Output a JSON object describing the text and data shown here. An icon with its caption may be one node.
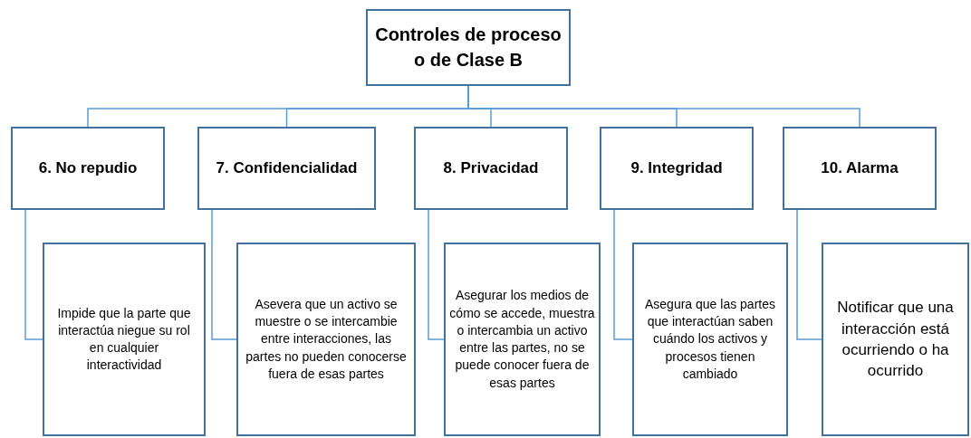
{
  "diagram": {
    "nodes": [
      {
        "text": [
          "Controles de proceso o de Clase B"
        ]
      },
      {
        "text": [
          "6. No repudio"
        ]
      },
      {
        "text": [
          "7. Confidencialidad"
        ]
      },
      {
        "text": [
          "8. Privacidad"
        ]
      },
      {
        "text": [
          "9. Integridad"
        ]
      },
      {
        "text": [
          "10. Alarma"
        ]
      },
      {
        "text": [
          "Impide que la parte que interactúa niegue su rol en cualquier interactividad"
        ]
      },
      {
        "text": [
          "Asevera que un activo se muestre o se intercambie entre interacciones, las partes no pueden conocerse fuera de esas partes"
        ]
      },
      {
        "text": [
          "Asegurar los medios de cómo se accede, muestra o intercambia un activo entre las partes, no se puede conocer fuera de esas partes"
        ]
      },
      {
        "text": [
          "Asegura que las partes que interactúan saben cuándo los activos y procesos tienen cambiado"
        ]
      },
      {
        "text": [
          "Notificar que una interacción está ocurriendo o ha ocurrido"
        ]
      }
    ],
    "edges": [
      {
        "from": 0,
        "to": 1,
        "arrow": "none"
      },
      {
        "from": 0,
        "to": 2,
        "arrow": "none"
      },
      {
        "from": 0,
        "to": 3,
        "arrow": "none"
      },
      {
        "from": 0,
        "to": 4,
        "arrow": "none"
      },
      {
        "from": 0,
        "to": 5,
        "arrow": "none"
      },
      {
        "from": 1,
        "to": 6,
        "arrow": "none"
      },
      {
        "from": 2,
        "to": 7,
        "arrow": "none"
      },
      {
        "from": 3,
        "to": 8,
        "arrow": "none"
      },
      {
        "from": 4,
        "to": 9,
        "arrow": "none"
      },
      {
        "from": 5,
        "to": 10,
        "arrow": "none"
      }
    ]
  }
}
